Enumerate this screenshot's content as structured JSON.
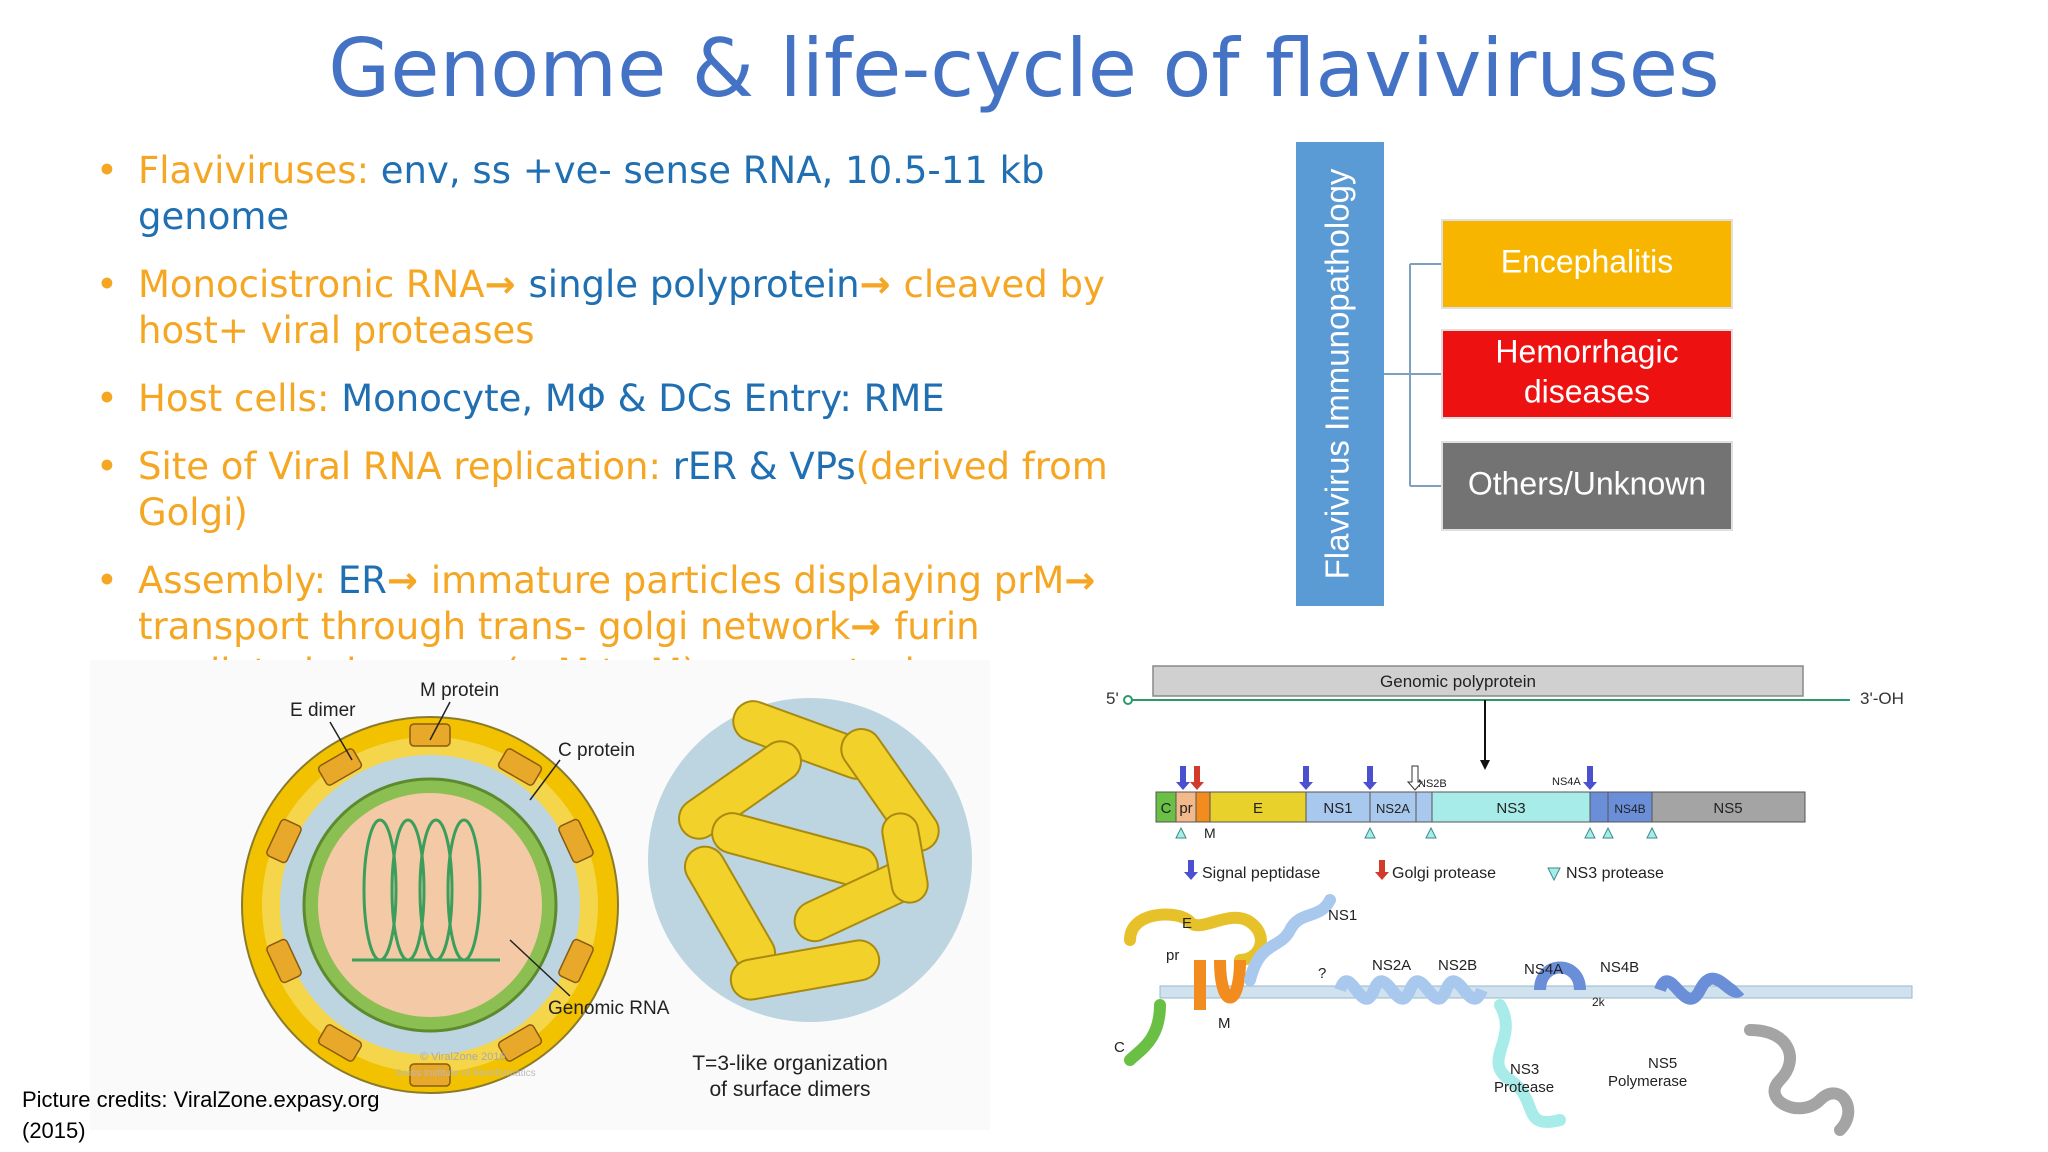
{
  "slide": {
    "title": "Genome & life-cycle of flaviviruses",
    "bullets": [
      {
        "parts": [
          {
            "text": "Flaviviruses: ",
            "color": "orange"
          },
          {
            "text": "env, ss +ve- sense RNA, 10.5-11 kb genome",
            "color": "blue"
          }
        ]
      },
      {
        "parts": [
          {
            "text": "Monocistronic RNA",
            "color": "orange"
          },
          {
            "text": "→ ",
            "color": "orange"
          },
          {
            "text": "single polyprotein",
            "color": "blue"
          },
          {
            "text": "→ ",
            "color": "orange"
          },
          {
            "text": "cleaved by host+ viral proteases",
            "color": "orange"
          }
        ]
      },
      {
        "parts": [
          {
            "text": "Host cells: ",
            "color": "orange"
          },
          {
            "text": "Monocyte, MΦ & DCs Entry: RME",
            "color": "blue"
          }
        ]
      },
      {
        "parts": [
          {
            "text": "Site of Viral RNA replication: ",
            "color": "orange"
          },
          {
            "text": "rER & VPs",
            "color": "blue"
          },
          {
            "text": "(derived from Golgi)",
            "color": "orange"
          }
        ]
      },
      {
        "parts": [
          {
            "text": "Assembly: ",
            "color": "orange"
          },
          {
            "text": "ER",
            "color": "blue"
          },
          {
            "text": "→ ",
            "color": "orange"
          },
          {
            "text": "immature particles displaying prM",
            "color": "orange"
          },
          {
            "text": "→ ",
            "color": "orange"
          },
          {
            "text": "transport through trans- golgi network",
            "color": "orange"
          },
          {
            "text": "→ ",
            "color": "orange"
          },
          {
            "text": "furin mediated cleavage (prM to M)",
            "color": "orange"
          },
          {
            "text": "→ ",
            "color": "orange"
          },
          {
            "text": "exocytosis",
            "color": "orange"
          }
        ]
      }
    ],
    "credits": {
      "line1": "Picture credits: ViralZone.expasy.org",
      "line2": "(2015)"
    }
  },
  "immunopathology": {
    "title": "Flavivirus Immunopathology",
    "boxes": [
      {
        "label": "Encephalitis",
        "color": "#f7b500"
      },
      {
        "label_line1": "Hemorrhagic",
        "label_line2": "diseases",
        "color": "#ee1111"
      },
      {
        "label": "Others/Unknown",
        "color": "#737373"
      }
    ],
    "title_color": "#5b9bd5"
  },
  "virion": {
    "e_dimer": "E dimer",
    "m_protein": "M protein",
    "c_protein": "C protein",
    "genomic_rna": "Genomic RNA",
    "copyright_line1": "© ViralZone 2016",
    "copyright_line2": "Swiss Institute of Bioinformatics",
    "surface_caption_line1": "T=3-like organization",
    "surface_caption_line2": "of surface dimers"
  },
  "genome": {
    "five_prime": "5'",
    "three_prime": "3'-OH",
    "polyprotein_label": "Genomic polyprotein",
    "segments": [
      {
        "label": "C",
        "color": "#6abf45"
      },
      {
        "label": "pr",
        "color": "#f2b98a"
      },
      {
        "label": "",
        "color": "#f28c1e"
      },
      {
        "label": "E",
        "color": "#e7d12a"
      },
      {
        "label": "NS1",
        "color": "#a9c8ee"
      },
      {
        "label": "NS2A",
        "color": "#a9c8ee"
      },
      {
        "label": "NS3",
        "color": "#a8ece9"
      },
      {
        "label": "NS4B",
        "color": "#6a8fd8"
      },
      {
        "label": "NS5",
        "color": "#a4a4a4"
      }
    ],
    "m_label": "M",
    "ns2b_label": "NS2B",
    "ns4a_label": "NS4A",
    "legend": {
      "signal": "Signal peptidase",
      "golgi": "Golgi protease",
      "ns3": "NS3 protease"
    },
    "topology": {
      "ns1": "NS1",
      "e": "E",
      "pr": "pr",
      "m": "M",
      "c": "C",
      "question": "?",
      "ns2a": "NS2A",
      "ns2b": "NS2B",
      "ns4a": "NS4A",
      "ns4b": "NS4B",
      "two_k": "2k",
      "ns3_line1": "NS3",
      "ns3_line2": "Protease",
      "ns5_line1": "NS5",
      "ns5_line2": "Polymerase"
    }
  }
}
